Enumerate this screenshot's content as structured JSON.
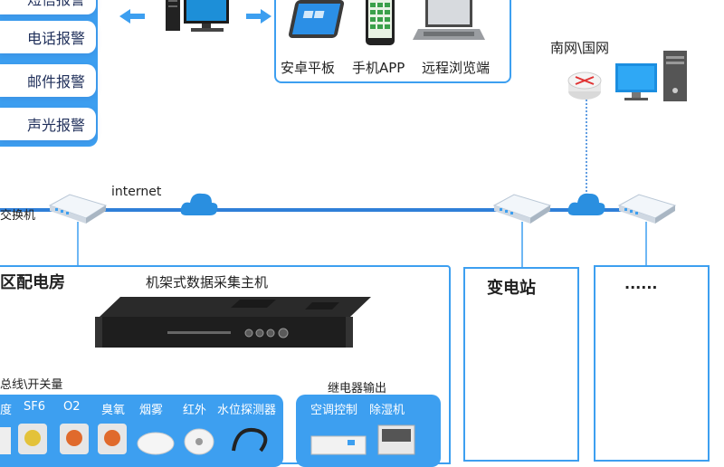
{
  "alarms": {
    "partial_top": "短信报警",
    "phone": "电话报警",
    "email": "邮件报警",
    "sound_light": "声光报警"
  },
  "remote": {
    "android_tablet": "安卓平板",
    "phone_app": "手机APP",
    "remote_browser": "远程浏览端"
  },
  "network": {
    "southern_grid": "南网\\国网",
    "internet": "internet",
    "switch": "交换机"
  },
  "distribution_room": {
    "title": "区配电房",
    "host_title": "机架式数据采集主机",
    "bus_switch": "总线\\开关量",
    "relay_output": "继电器输出",
    "sensors": [
      "度",
      "SF6",
      "O2",
      "臭氧",
      "烟雾",
      "红外",
      "水位探测器"
    ],
    "outputs": [
      "空调控制",
      "除湿机"
    ]
  },
  "substation": {
    "title": "变电站"
  },
  "more": {
    "title": "......"
  },
  "colors": {
    "accent": "#3d9ff0",
    "line": "#2f7fd8",
    "cloud": "#2a8fe0"
  }
}
